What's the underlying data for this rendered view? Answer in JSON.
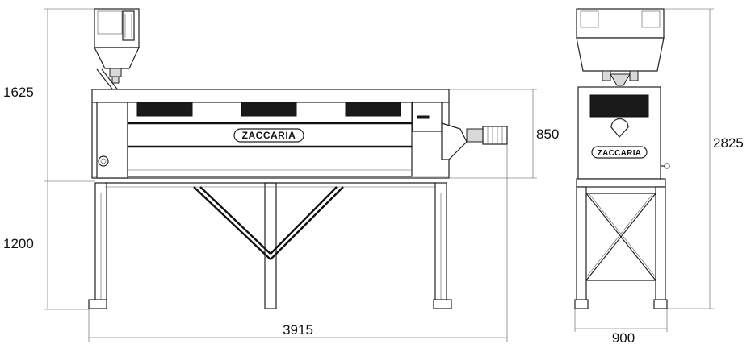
{
  "brand": "ZACCARIA",
  "dimensions": {
    "height_upper": "1625",
    "height_lower": "1200",
    "height_body": "850",
    "height_total": "2825",
    "length_total": "3915",
    "width_total": "900"
  }
}
